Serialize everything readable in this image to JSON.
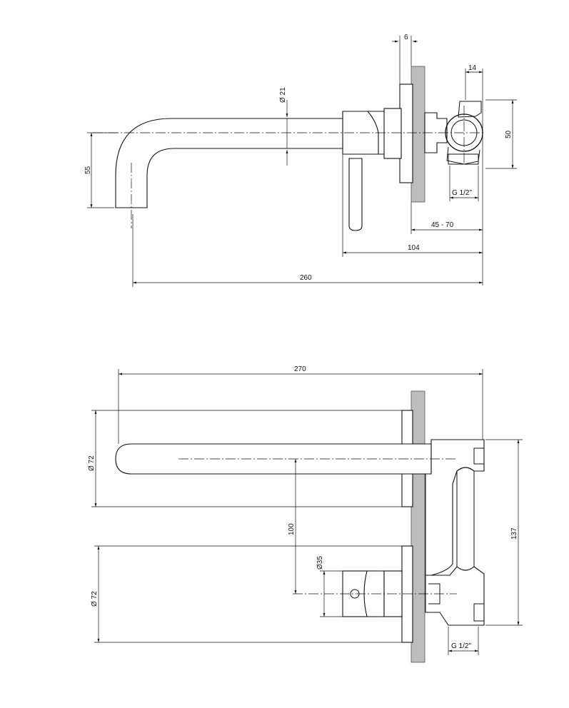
{
  "top_view": {
    "thickness": "6",
    "offset": "14",
    "diameter_spout": "Ø 21",
    "spout_drop": "55",
    "body_height": "50",
    "thread": "G 1/2\"",
    "wall_range": "45 - 70",
    "body_depth": "104",
    "total_reach": "260"
  },
  "front_view": {
    "total_width": "270",
    "rosette_top": "Ø 72",
    "rosette_bottom": "Ø 72",
    "axis_distance": "100",
    "handle_diameter": "Ø35",
    "body_height": "137",
    "thread": "G 1/2\""
  }
}
